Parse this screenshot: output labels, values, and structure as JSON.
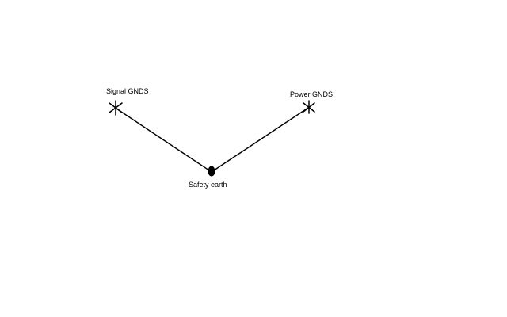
{
  "diagram": {
    "nodes": {
      "signal": {
        "label": "Signal GNDS",
        "symbol": "asterisk-ground-icon"
      },
      "power": {
        "label": "Power GNDS",
        "symbol": "asterisk-ground-icon"
      },
      "earth": {
        "label": "Safety earth",
        "symbol": "filled-oval-icon"
      }
    },
    "connections": [
      {
        "from": "signal",
        "to": "earth"
      },
      {
        "from": "earth",
        "to": "power"
      }
    ],
    "colors": {
      "background": "#ffffff",
      "ink": "#000000"
    }
  }
}
